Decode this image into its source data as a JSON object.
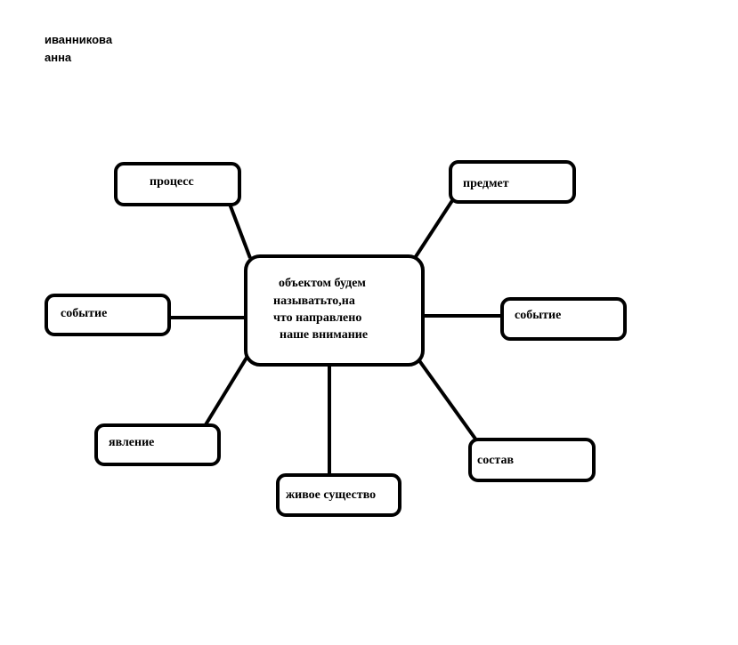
{
  "author": {
    "line1": "иванникова",
    "line2": "анна"
  },
  "diagram": {
    "center": {
      "lines": [
        "объектом будем",
        "называтьто,на",
        "что направлено",
        "наше внимание"
      ]
    },
    "nodes": {
      "process": "процесс",
      "object": "предмет",
      "event_left": "событие",
      "event_right": "событие",
      "phenomenon": "явление",
      "composition": "состав",
      "living_being": "живое существо"
    }
  },
  "colors": {
    "stroke": "#000000",
    "background": "#ffffff"
  }
}
